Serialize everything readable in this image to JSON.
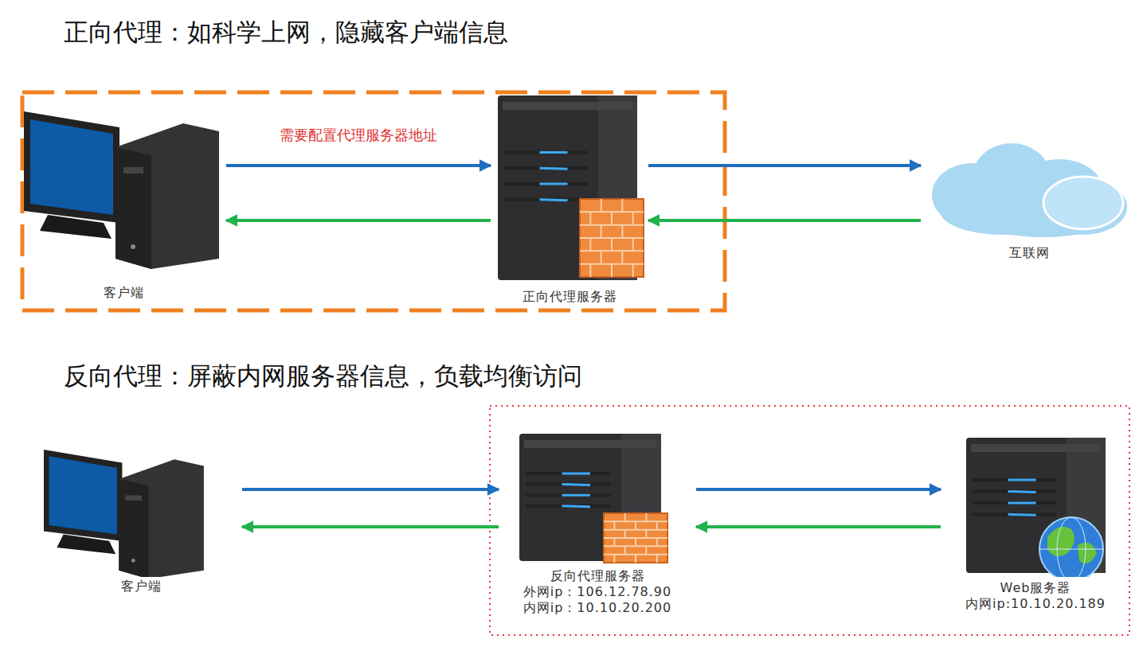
{
  "diagram": {
    "nodes": [
      {
        "text": [
          "客户端"
        ]
      },
      {
        "text": [
          "正向代理服务器"
        ]
      },
      {
        "text": [
          "互联网"
        ]
      },
      {
        "text": [
          "客户端"
        ]
      },
      {
        "text": [
          "反向代理服务器",
          "外网ip：106.12.78.90",
          "内网ip：10.10.20.200"
        ]
      },
      {
        "text": [
          "Web服务器",
          "内网ip:10.10.20.189"
        ]
      }
    ],
    "edges": [
      {
        "from": 0,
        "to": 1,
        "arrow": "to",
        "label": "需要配置代理服务器地址"
      },
      {
        "from": 1,
        "to": 0,
        "arrow": "to"
      },
      {
        "from": 1,
        "to": 2,
        "arrow": "to"
      },
      {
        "from": 2,
        "to": 1,
        "arrow": "to"
      },
      {
        "from": 3,
        "to": 4,
        "arrow": "to"
      },
      {
        "from": 4,
        "to": 3,
        "arrow": "to"
      },
      {
        "from": 4,
        "to": 5,
        "arrow": "to"
      },
      {
        "from": 5,
        "to": 4,
        "arrow": "to"
      }
    ],
    "labels": [
      "正向代理：如科学上网，隐藏客户端信息",
      "反向代理：屏蔽内网服务器信息，负载均衡访问"
    ]
  }
}
